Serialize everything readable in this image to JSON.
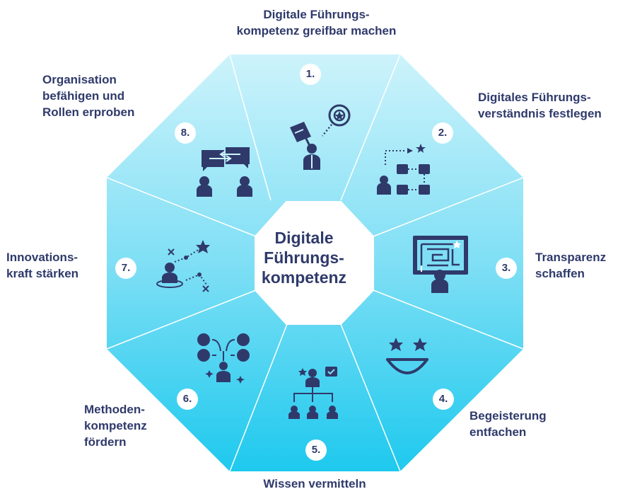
{
  "center": {
    "line1": "Digitale",
    "line2": "Führungs-",
    "line3": "kompetenz"
  },
  "colors": {
    "text": "#2f3a6b",
    "icon": "#2f3a6b",
    "divider": "#ffffff",
    "fill_top": "#cdf3fb",
    "fill_bottom": "#1ec9ee"
  },
  "segments": [
    {
      "number": "1.",
      "label_lines": [
        "Digitale Führungs-",
        "kompetenz greifbar machen"
      ],
      "icon": "target-goal-icon"
    },
    {
      "number": "2.",
      "label_lines": [
        "Digitales Führungs-",
        "verständnis festlegen"
      ],
      "icon": "roadmap-icon"
    },
    {
      "number": "3.",
      "label_lines": [
        "Transparenz",
        "schaffen"
      ],
      "icon": "maze-board-icon"
    },
    {
      "number": "4.",
      "label_lines": [
        "Begeisterung",
        "entfachen"
      ],
      "icon": "smiley-stars-icon"
    },
    {
      "number": "5.",
      "label_lines": [
        "Wissen vermitteln"
      ],
      "icon": "knowledge-sharing-icon"
    },
    {
      "number": "6.",
      "label_lines": [
        "Methoden-",
        "kompetenz",
        "fördern"
      ],
      "icon": "methods-icon"
    },
    {
      "number": "7.",
      "label_lines": [
        "Innovations-",
        "kraft stärken"
      ],
      "icon": "innovation-path-icon"
    },
    {
      "number": "8.",
      "label_lines": [
        "Organisation",
        "befähigen und",
        "Rollen erproben"
      ],
      "icon": "conversation-icon"
    }
  ]
}
